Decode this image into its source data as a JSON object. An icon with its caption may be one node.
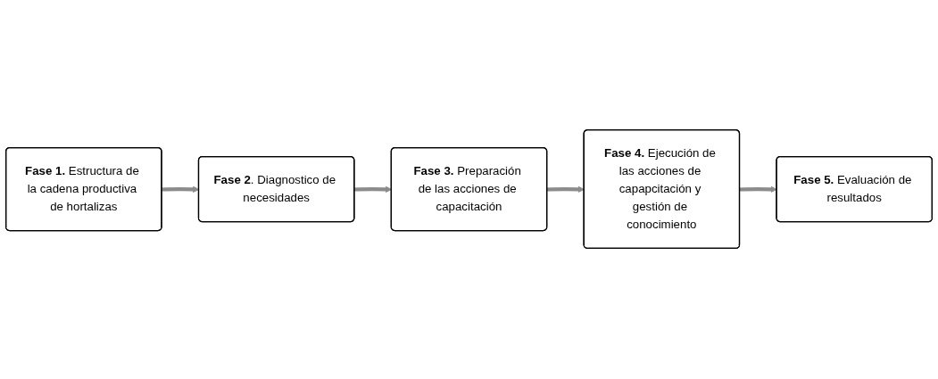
{
  "diagram": {
    "nodes": [
      {
        "text": [
          "**Fase 1.** Estructura de la cadena productiva de hortalizas"
        ]
      },
      {
        "text": [
          "**Fase 2**. Diagnostico de necesidades"
        ]
      },
      {
        "text": [
          "**Fase 3.** Preparación de las acciones de capacitación"
        ]
      },
      {
        "text": [
          "**Fase 4.** Ejecución de las acciones de capapcitación y gestión de conocimiento"
        ]
      },
      {
        "text": [
          "**Fase 5.** Evaluación de resultados"
        ]
      }
    ],
    "edges": [
      {
        "from": 0,
        "to": 1,
        "arrow": "to"
      },
      {
        "from": 1,
        "to": 2,
        "arrow": "to"
      },
      {
        "from": 2,
        "to": 3,
        "arrow": "to"
      },
      {
        "from": 3,
        "to": 4,
        "arrow": "to"
      }
    ]
  }
}
